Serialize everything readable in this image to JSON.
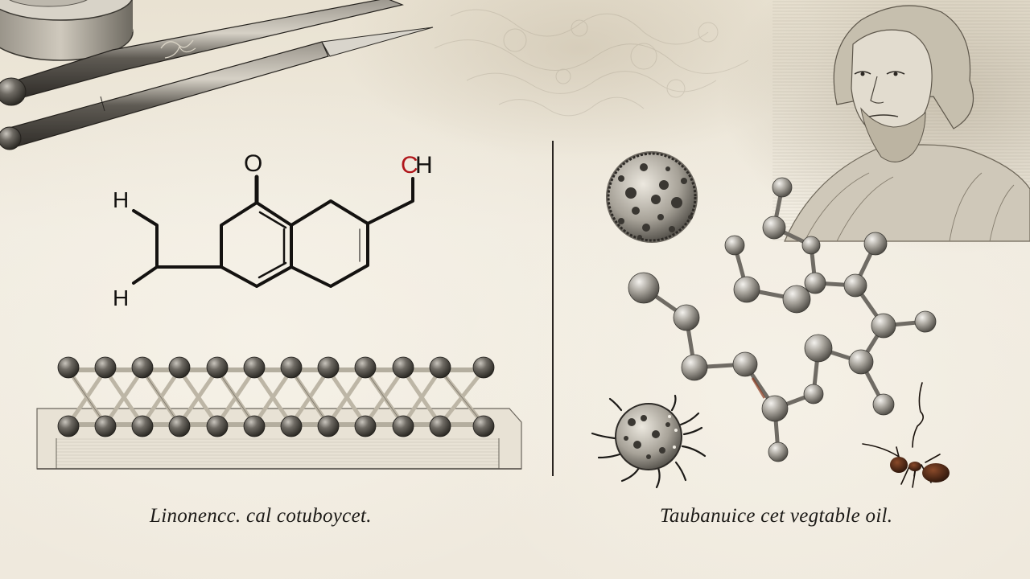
{
  "scene": {
    "description": "Vintage engraved scientific illustration plate on aged paper",
    "background_color": "#efe9dc",
    "ink_color": "#141210",
    "accent_red": "#b0151a"
  },
  "left_panel": {
    "structural_formula": {
      "labels": {
        "oxygen": "O",
        "top_right_c": "C",
        "top_right_h": "H",
        "left_top_h": "H",
        "left_bottom_h": "H"
      }
    },
    "lattice_model": {
      "balls_per_row": 12,
      "rows": 2
    },
    "caption": "Linonencc. cal cotuboycet."
  },
  "right_panel": {
    "caption": "Taubanuice cet vegtable oil."
  },
  "decorations": {
    "tools": [
      "engraved-stylus",
      "pen-knife",
      "round-box"
    ],
    "portrait": "bearded-man-engraving",
    "specimens": [
      "spiky-spore",
      "tentacled-spore",
      "ant"
    ]
  }
}
